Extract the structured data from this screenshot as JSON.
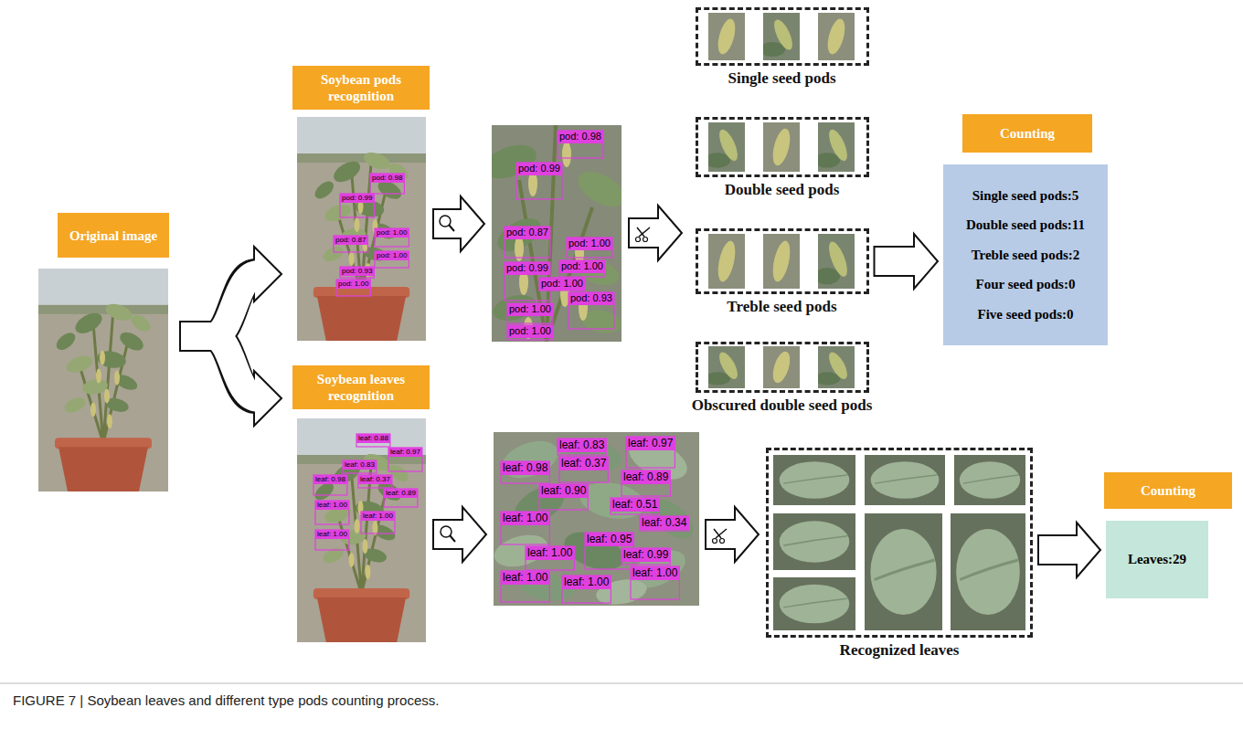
{
  "diagram": {
    "caption": "FIGURE 7 | Soybean leaves and different type pods counting process.",
    "nodes": [
      {
        "text": [
          "Original image"
        ]
      },
      {
        "text": [
          "Soybean pods recognition"
        ]
      },
      {
        "text": [
          "Single seed pods"
        ]
      },
      {
        "text": [
          "Double seed pods"
        ]
      },
      {
        "text": [
          "Treble seed pods"
        ]
      },
      {
        "text": [
          "Obscured double seed pods"
        ]
      },
      {
        "text": [
          "Counting"
        ]
      },
      {
        "text": [
          "Single seed pods:5",
          "Double seed pods:11",
          "Treble seed pods:2",
          "Four seed pods:0",
          "Five seed pods:0"
        ]
      },
      {
        "text": [
          "Soybean leaves recognition"
        ]
      },
      {
        "text": [
          "Recognized leaves"
        ]
      },
      {
        "text": [
          "Counting"
        ]
      },
      {
        "text": [
          "Leaves:29"
        ]
      }
    ],
    "edges": [
      {
        "from": 4,
        "to": 7,
        "arrow": "to"
      },
      {
        "from": 9,
        "to": 11,
        "arrow": "to"
      }
    ],
    "labels": [
      "pod: 0.98",
      "pod: 0.99",
      "pod: 0.87",
      "pod: 1.00",
      "pod: 1.00",
      "pod: 0.93",
      "pod: 1.00",
      "pod: 0.98",
      "pod: 0.99",
      "pod: 0.87",
      "pod: 1.00",
      "pod: 0.99",
      "pod: 1.00",
      "pod: 1.00",
      "pod: 0.93",
      "pod: 1.00",
      "pod: 1.00",
      "leaf: 0.88",
      "leaf: 0.97",
      "leaf: 0.83",
      "leaf: 0.98",
      "leaf: 0.37",
      "leaf: 0.89",
      "leaf: 1.00",
      "leaf: 1.00",
      "leaf: 1.00",
      "leaf: 0.83",
      "leaf: 0.97",
      "leaf: 0.98",
      "leaf: 0.37",
      "leaf: 0.89",
      "leaf: 0.90",
      "leaf: 0.51",
      "leaf: 1.00",
      "leaf: 0.34",
      "leaf: 0.95",
      "leaf: 1.00",
      "leaf: 0.99",
      "leaf: 1.00",
      "leaf: 1.00",
      "leaf: 1.00"
    ]
  }
}
